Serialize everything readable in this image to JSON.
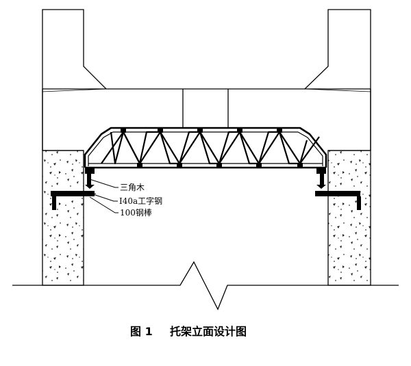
{
  "labels": {
    "triangle_wood": "三角木",
    "i_beam": "I40a工字钢",
    "steel_rod": "100钢棒"
  },
  "caption": {
    "figure_number": "图 1",
    "title": "托架立面设计图"
  }
}
